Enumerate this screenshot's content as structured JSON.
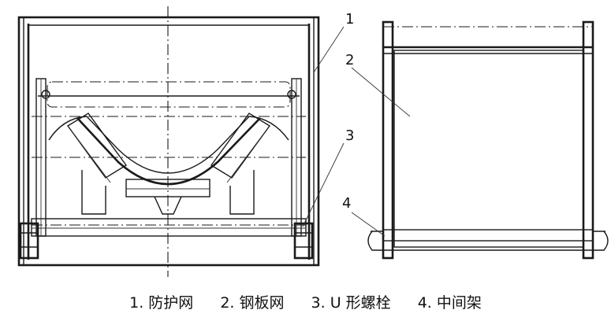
{
  "callouts": [
    "1",
    "2",
    "3",
    "4"
  ],
  "legend": [
    "1. 防护网",
    "2. 钢板网",
    "3. U 形螺栓",
    "4. 中间架"
  ]
}
